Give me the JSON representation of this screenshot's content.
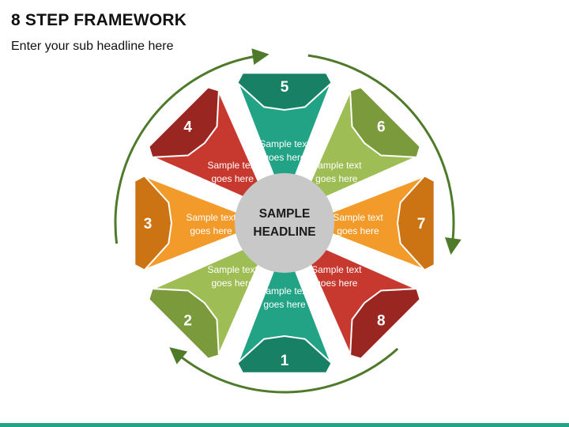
{
  "title": "8 STEP FRAMEWORK",
  "subtitle": "Enter your sub headline here",
  "center": {
    "line1": "SAMPLE",
    "line2": "HEADLINE"
  },
  "colors": {
    "hub": "#c8c8c8",
    "arrow": "#4e7a2a",
    "bottom_bar": "#22a386"
  },
  "segments": [
    {
      "step": "1",
      "text_line1": "Sample text",
      "text_line2": "goes here",
      "color": "#22a386",
      "dark": "#178065"
    },
    {
      "step": "2",
      "text_line1": "Sample text",
      "text_line2": "goes here",
      "color": "#9ebd55",
      "dark": "#7a9a3b"
    },
    {
      "step": "3",
      "text_line1": "Sample text",
      "text_line2": "goes here",
      "color": "#f29b2b",
      "dark": "#cc7413"
    },
    {
      "step": "4",
      "text_line1": "Sample text",
      "text_line2": "goes here",
      "color": "#c7382e",
      "dark": "#9a2621"
    },
    {
      "step": "5",
      "text_line1": "Sample text",
      "text_line2": "goes here",
      "color": "#22a386",
      "dark": "#178065"
    },
    {
      "step": "6",
      "text_line1": "Sample text",
      "text_line2": "goes here",
      "color": "#9ebd55",
      "dark": "#7a9a3b"
    },
    {
      "step": "7",
      "text_line1": "Sample text",
      "text_line2": "goes here",
      "color": "#f29b2b",
      "dark": "#cc7413"
    },
    {
      "step": "8",
      "text_line1": "Sample text",
      "text_line2": "goes here",
      "color": "#c7382e",
      "dark": "#9a2621"
    }
  ]
}
